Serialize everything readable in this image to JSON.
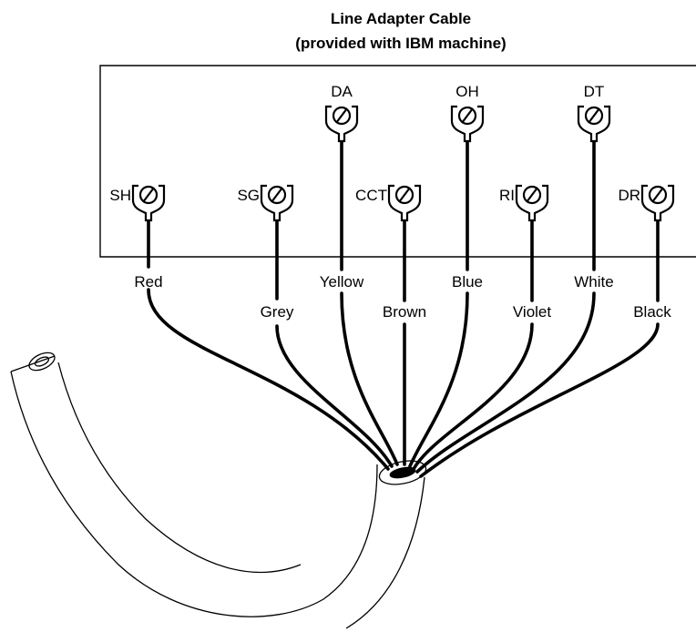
{
  "title": {
    "line1": "Line Adapter Cable",
    "line2": "(provided with IBM machine)"
  },
  "terminals": {
    "sh": "SH",
    "sg": "SG",
    "da": "DA",
    "cct": "CCT",
    "oh": "OH",
    "ri": "RI",
    "dt": "DT",
    "dr": "DR"
  },
  "wires": {
    "red": "Red",
    "grey": "Grey",
    "yellow": "Yellow",
    "brown": "Brown",
    "blue": "Blue",
    "violet": "Violet",
    "white": "White",
    "black": "Black"
  },
  "colors": {
    "line": "#000000",
    "background": "#ffffff"
  }
}
